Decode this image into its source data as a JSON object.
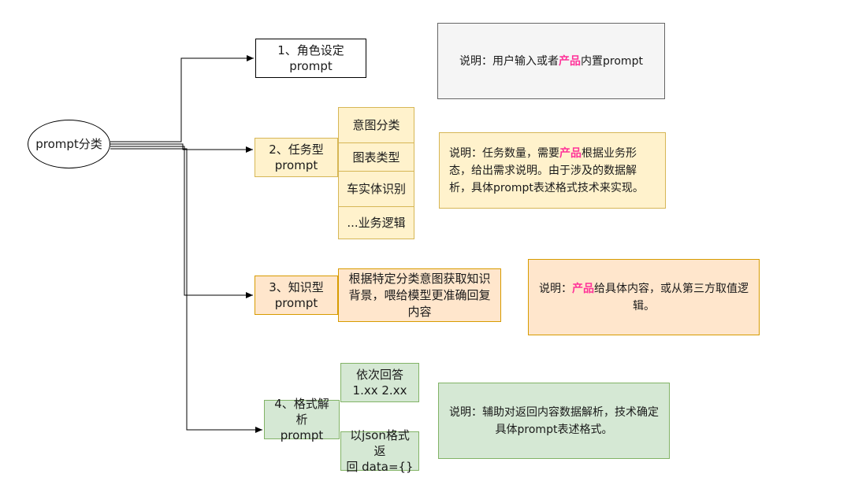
{
  "root": {
    "label": "prompt分类"
  },
  "categories": [
    {
      "label": "1、角色设定\nprompt"
    },
    {
      "label": "2、任务型\nprompt"
    },
    {
      "label": "3、知识型\nprompt"
    },
    {
      "label": "4、格式解析\nprompt"
    }
  ],
  "task_items": [
    "意图分类",
    "图表类型",
    "车实体识别",
    "...业务逻辑"
  ],
  "knowledge_item": "根据特定分类意图获取知识背景，喂给模型更准确回复内容",
  "format_items": [
    "依次回答\n1.xx 2.xx",
    "以json格式返\n回 data={}"
  ],
  "notes": [
    {
      "before": "说明：用户输入或者",
      "highlight": "产品",
      "after": "内置prompt"
    },
    {
      "before": "说明：任务数量，需要",
      "highlight": "产品",
      "after": "根据业务形态，给出需求说明。由于涉及的数据解析，具体prompt表述格式技术来实现。"
    },
    {
      "before": "说明：",
      "highlight": "产品",
      "after": "给具体内容，或从第三方取值逻辑。"
    },
    {
      "before": "说明：辅助对返回内容数据解析，技术确定具体prompt表述格式。",
      "highlight": "",
      "after": ""
    }
  ],
  "colors": {
    "highlight": "#ff3399",
    "yellow_fill": "#fff2cc",
    "orange_fill": "#ffe6cc",
    "green_fill": "#d5e8d4",
    "grey_fill": "#f5f5f5"
  }
}
